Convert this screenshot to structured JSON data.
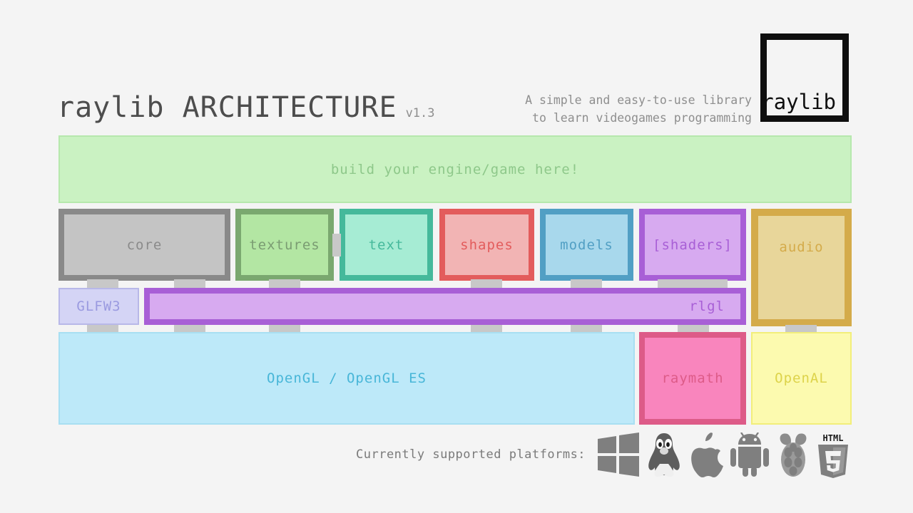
{
  "page": {
    "background": "#f4f4f4",
    "title": "raylib ARCHITECTURE",
    "version": "v1.3"
  },
  "header": {
    "title": "raylib ARCHITECTURE",
    "version": "v1.3",
    "tagline_line1": "A simple and easy-to-use library",
    "tagline_line2": "to learn videogames programming",
    "logo_text": "raylib"
  },
  "layers": {
    "user": {
      "label": "build your engine/game here!",
      "fill": "#caf2c2",
      "border": "#b6e8ad",
      "text": "#8ec88a"
    },
    "modules": [
      {
        "label": "core",
        "fill": "#c4c4c4",
        "border": "#898989",
        "text": "#8a8a8a"
      },
      {
        "label": "textures",
        "fill": "#b3e6a3",
        "border": "#7aa86f",
        "text": "#7a9c72"
      },
      {
        "label": "text",
        "fill": "#a6ecd4",
        "border": "#45b99b",
        "text": "#45b99b"
      },
      {
        "label": "shapes",
        "fill": "#f2b4b4",
        "border": "#e35c5c",
        "text": "#e35c5c"
      },
      {
        "label": "models",
        "fill": "#a8d8ec",
        "border": "#519fc4",
        "text": "#519fc4"
      },
      {
        "label": "[shaders]",
        "fill": "#d7aaf0",
        "border": "#a85fd6",
        "text": "#a85fd6"
      },
      {
        "label": "audio",
        "fill": "#e8d69a",
        "border": "#d4ab4a",
        "text": "#d4ab4a"
      }
    ],
    "middle": [
      {
        "label": "GLFW3",
        "fill": "#d4d4f5",
        "border": "#b8b8e8",
        "text": "#9a9ae0"
      },
      {
        "label": "rlgl",
        "fill": "#d7aaf0",
        "border": "#a85fd6",
        "text": "#a85fd6"
      }
    ],
    "backends": [
      {
        "label": "OpenGL / OpenGL ES",
        "fill": "#bde9f9",
        "border": "#a8dff2",
        "text": "#48b6d8"
      },
      {
        "label": "raymath",
        "fill": "#f985bd",
        "border": "#dd5b88",
        "text": "#dd5b88"
      },
      {
        "label": "OpenAL",
        "fill": "#fcfaaf",
        "border": "#f2ee7a",
        "text": "#ddd34a"
      }
    ]
  },
  "footer": {
    "platforms_label": "Currently supported platforms:",
    "platforms": [
      "windows-icon",
      "linux-tux-icon",
      "apple-icon",
      "android-icon",
      "raspberry-pi-icon",
      "html5-icon"
    ],
    "icon_color": "#7f7f7f"
  }
}
